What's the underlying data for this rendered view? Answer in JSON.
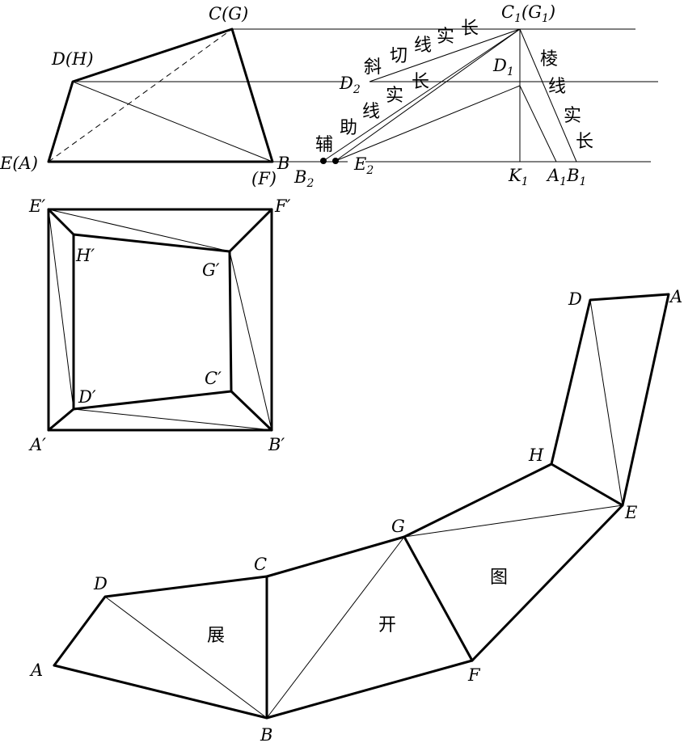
{
  "front_view": {
    "C": "C(G)",
    "D": "D(H)",
    "E": "E(A)",
    "F": "(F)",
    "B": "B"
  },
  "construction": {
    "C1": "C",
    "C1_sub": "1",
    "G1": "(G",
    "G1_sub": "1",
    "G1_close": ")",
    "D1": "D",
    "D1_sub": "1",
    "D2": "D",
    "D2_sub": "2",
    "E2": "E",
    "E2_sub": "2",
    "B2": "B",
    "B2_sub": "2",
    "K1": "K",
    "K1_sub": "1",
    "A1": "A",
    "A1_sub": "1",
    "B1": "B",
    "B1_sub": "1",
    "line1_text": [
      "斜",
      "切",
      "线",
      "实",
      "长"
    ],
    "line2_text": [
      "辅",
      "助",
      "线",
      "实",
      "长"
    ],
    "line3_text": [
      "棱",
      "线",
      "实",
      "长"
    ]
  },
  "top_view": {
    "E": "E′",
    "F": "F′",
    "H": "H′",
    "G": "G′",
    "C": "C′",
    "D": "D′",
    "A": "A′",
    "B": "B′"
  },
  "development": {
    "A": "A",
    "B": "B",
    "C": "C",
    "D": "D",
    "E": "E",
    "F": "F",
    "G": "G",
    "H": "H",
    "D2": "D",
    "A2": "A",
    "char1": "展",
    "char2": "开",
    "char3": "图"
  }
}
